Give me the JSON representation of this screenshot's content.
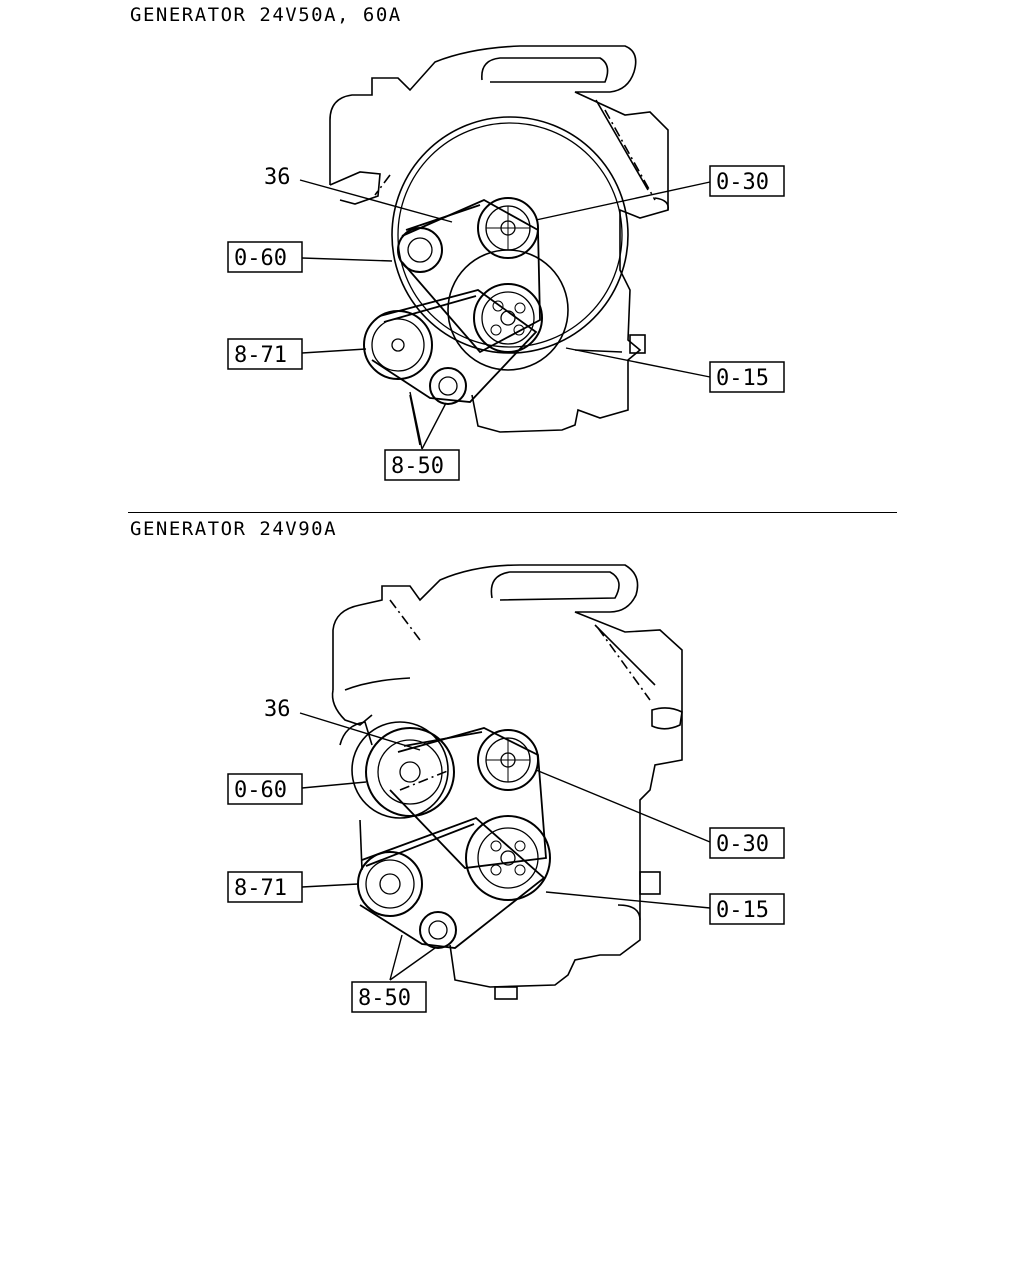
{
  "sections": [
    {
      "title": "GENERATOR 24V50A, 60A",
      "callouts": {
        "c36": "36",
        "c060": "0-60",
        "c871": "8-71",
        "c030": "0-30",
        "c015": "0-15",
        "c850": "8-50"
      }
    },
    {
      "title": "GENERATOR 24V90A",
      "callouts": {
        "c36": "36",
        "c060": "0-60",
        "c871": "8-71",
        "c030": "0-30",
        "c015": "0-15",
        "c850": "8-50"
      }
    }
  ]
}
